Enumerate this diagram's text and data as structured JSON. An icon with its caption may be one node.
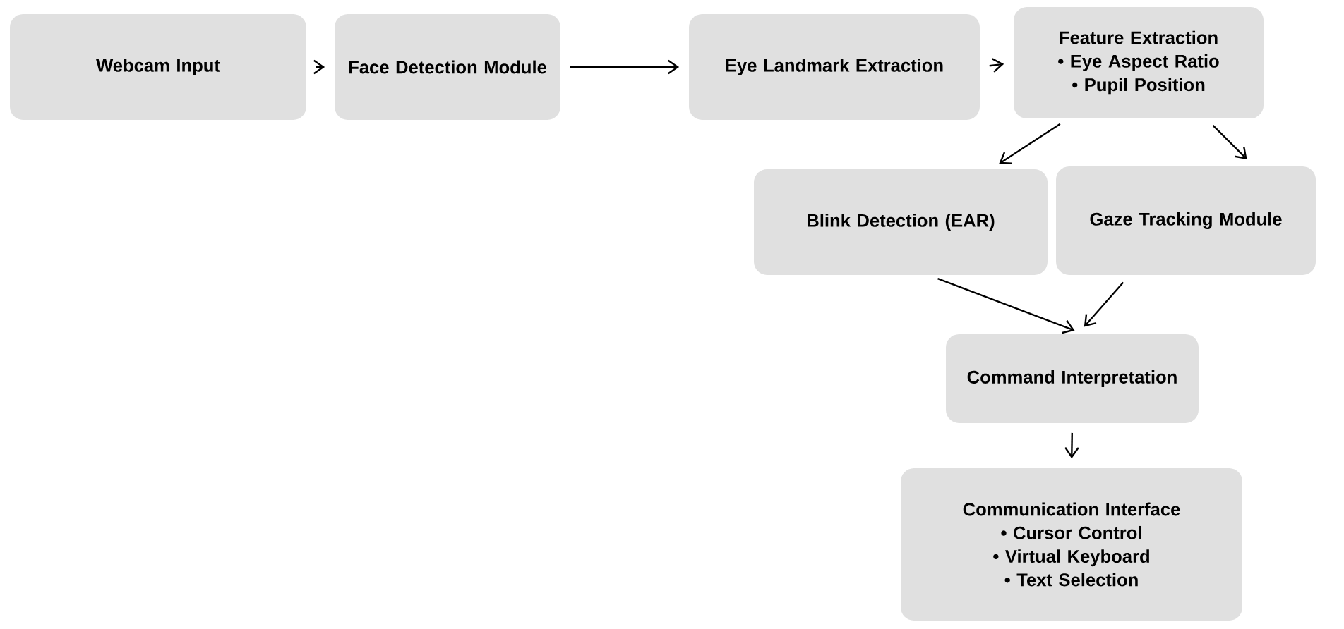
{
  "diagram": {
    "nodes": [
      {
        "text": [
          "Webcam Input"
        ]
      },
      {
        "text": [
          "Face Detection Module"
        ]
      },
      {
        "text": [
          "Eye Landmark Extraction"
        ]
      },
      {
        "text": [
          "Feature Extraction",
          "• Eye Aspect Ratio",
          "• Pupil Position"
        ]
      },
      {
        "text": [
          "Blink Detection (EAR)"
        ]
      },
      {
        "text": [
          "Gaze Tracking Module"
        ]
      },
      {
        "text": [
          "Command Interpretation"
        ]
      },
      {
        "text": [
          "Communication Interface",
          "• Cursor Control",
          "• Virtual Keyboard",
          "• Text Selection"
        ]
      }
    ],
    "edges": [
      {
        "from": 0,
        "to": 1,
        "arrow": "to"
      },
      {
        "from": 1,
        "to": 2,
        "arrow": "to"
      },
      {
        "from": 2,
        "to": 3,
        "arrow": "to"
      },
      {
        "from": 3,
        "to": 4,
        "arrow": "to"
      },
      {
        "from": 3,
        "to": 5,
        "arrow": "to"
      },
      {
        "from": 4,
        "to": 6,
        "arrow": "to"
      },
      {
        "from": 5,
        "to": 6,
        "arrow": "to"
      },
      {
        "from": 6,
        "to": 7,
        "arrow": "to"
      }
    ]
  }
}
